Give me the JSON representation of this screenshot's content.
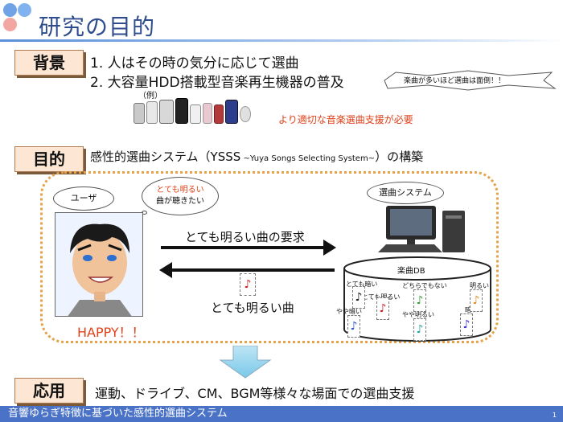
{
  "header": {
    "title": "研究の目的"
  },
  "background": {
    "label": "背景",
    "items": [
      "1.  人はその時の気分に応じて選曲",
      "2.  大容量HDD搭載型音楽再生機器の普及"
    ],
    "cloud_note": "楽曲が多いほど選曲は面倒！！",
    "example_label": "（例）",
    "support_note": "より適切な音楽選曲支援が必要"
  },
  "purpose": {
    "label": "目的",
    "text_pre": "感性的選曲システム（YSSS",
    "text_small": " ~Yuya Songs Selecting System~",
    "text_post": "）の構築"
  },
  "diagram": {
    "user_label": "ユーザ",
    "user_bubble_line1": "とても明るい",
    "user_bubble_line2": "曲が聴きたい",
    "system_label": "選曲システム",
    "request_label": "とても明るい曲の要求",
    "response_label": "とても明るい曲",
    "db_label": "楽曲DB",
    "happy": "HAPPY！！",
    "db_tags": [
      "とても暗い",
      "とても明るい",
      "どちらでもない",
      "明るい",
      "やや暗い",
      "やや明るい",
      "暗い"
    ],
    "music_note": "♪"
  },
  "application": {
    "label": "応用",
    "text": "運動、ドライブ、CM、BGM等様々な場面での選曲支援"
  },
  "footer": {
    "text": "音響ゆらぎ特徴に基づいた感性的選曲システム",
    "page": "1"
  },
  "colors": {
    "accent": "#2f4d8e",
    "footer": "#4a73c8",
    "label_fill": "#fde6d3",
    "warn": "#e0401a",
    "region": "#e6a24a"
  }
}
